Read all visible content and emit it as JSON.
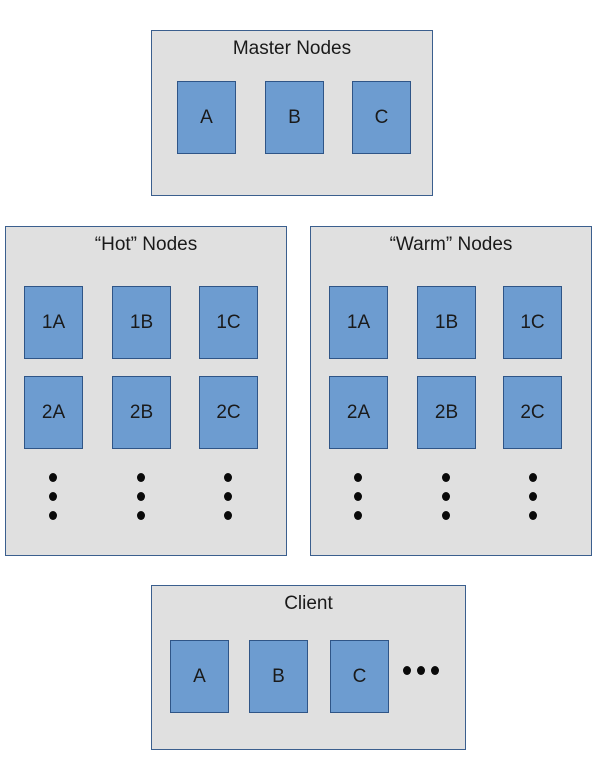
{
  "colors": {
    "panel_fill": "#e0e0e0",
    "panel_border": "#3b5f8e",
    "node_fill": "#6d9cd0",
    "node_border": "#2f5587",
    "ellipsis": "#0a0a0a"
  },
  "master": {
    "title": "Master Nodes",
    "nodes": [
      "A",
      "B",
      "C"
    ]
  },
  "hot": {
    "title": "“Hot” Nodes",
    "row1": [
      "1A",
      "1B",
      "1C"
    ],
    "row2": [
      "2A",
      "2B",
      "2C"
    ],
    "continuation": "vertical-ellipsis-icon"
  },
  "warm": {
    "title": "“Warm” Nodes",
    "row1": [
      "1A",
      "1B",
      "1C"
    ],
    "row2": [
      "2A",
      "2B",
      "2C"
    ],
    "continuation": "vertical-ellipsis-icon"
  },
  "client": {
    "title": "Client",
    "nodes": [
      "A",
      "B",
      "C"
    ],
    "continuation": "horizontal-ellipsis-icon"
  }
}
